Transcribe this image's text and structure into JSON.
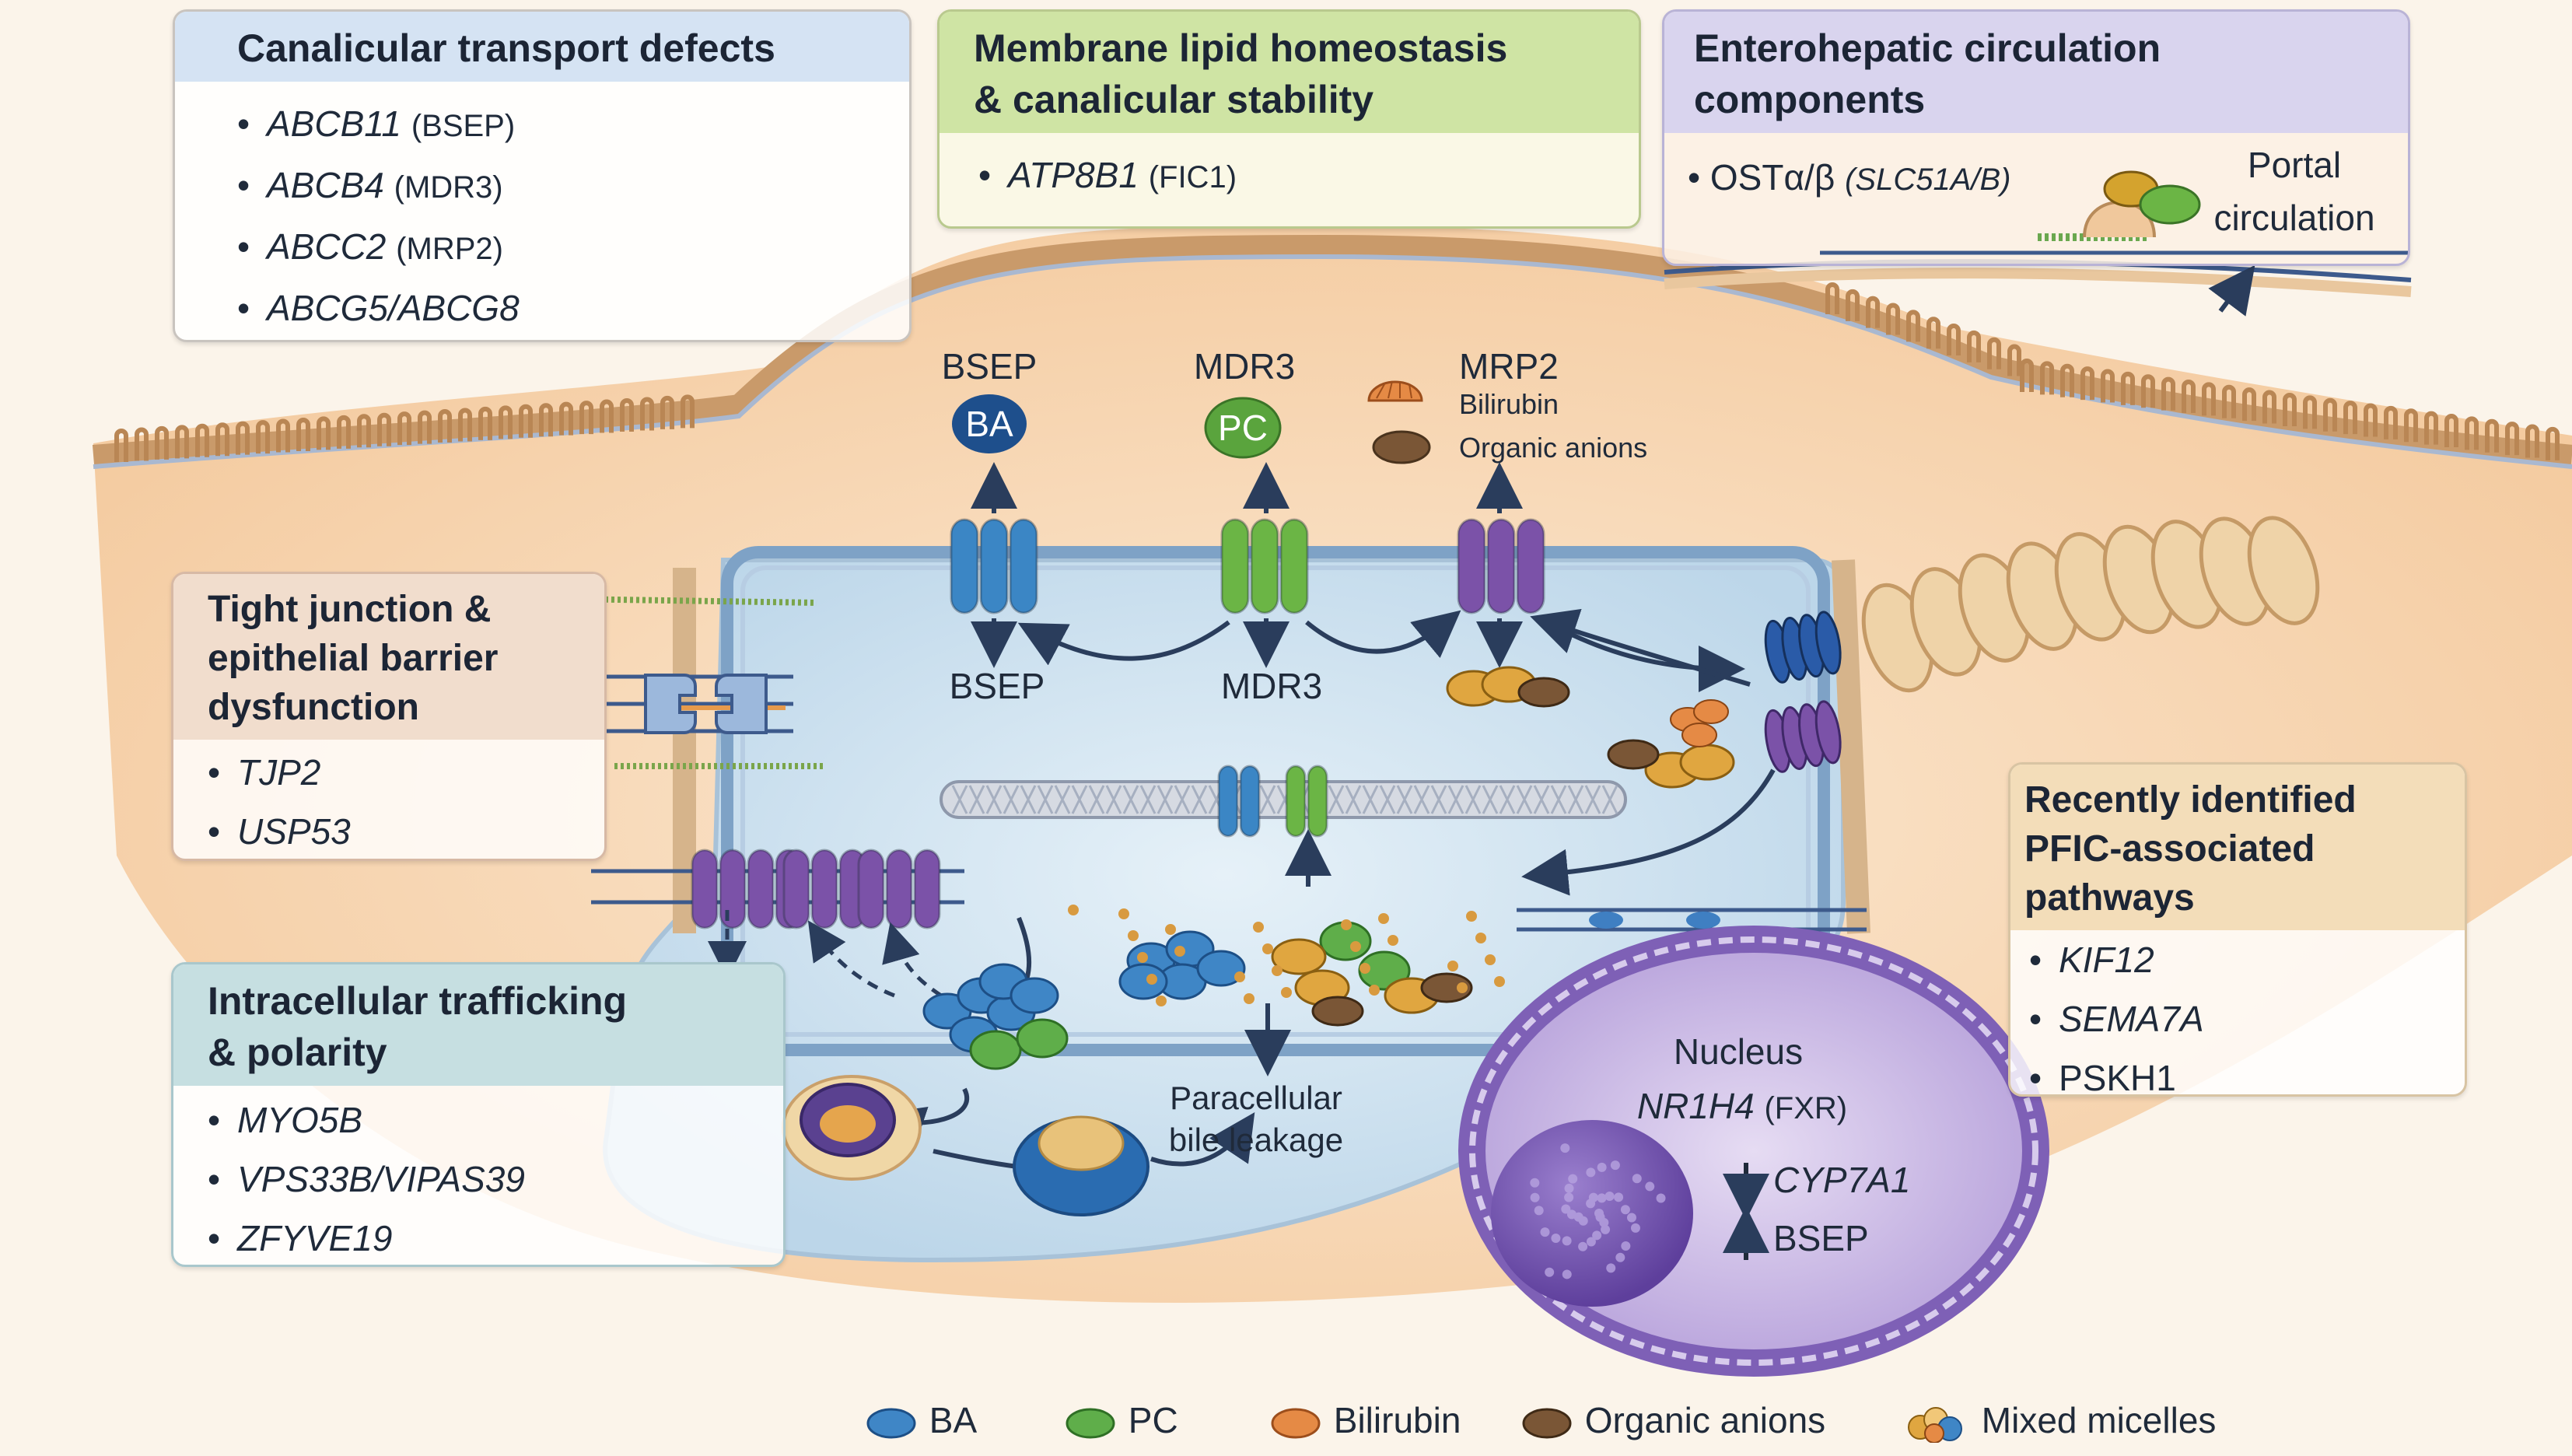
{
  "panels": {
    "canalicular": {
      "title": "Canalicular transport defects",
      "items": [
        {
          "gene": "ABCB11",
          "protein": "(BSEP)"
        },
        {
          "gene": "ABCB4",
          "protein": "(MDR3)"
        },
        {
          "gene": "ABCC2",
          "protein": "(MRP2)"
        },
        {
          "gene": "ABCG5/ABCG8",
          "protein": ""
        }
      ]
    },
    "membrane": {
      "title_line1": "Membrane lipid homeostasis",
      "title_line2": "& canalicular stability",
      "items": [
        {
          "gene": "ATP8B1",
          "protein": "(FIC1)"
        }
      ]
    },
    "enterohepatic": {
      "title_line1": "Enterohepatic circulation",
      "title_line2": "components",
      "item_text": "OSTα/β",
      "item_gene": "(SLC51A/B)",
      "portal_line1": "Portal",
      "portal_line2": "circulation"
    },
    "tight_junction": {
      "title_line1": "Tight junction &",
      "title_line2": "epithelial barrier",
      "title_line3": "dysfunction",
      "items": [
        {
          "gene": "TJP2"
        },
        {
          "gene": "USP53"
        }
      ]
    },
    "trafficking": {
      "title_line1": "Intracellular trafficking",
      "title_line2": "& polarity",
      "items": [
        {
          "gene": "MYO5B"
        },
        {
          "gene": "VPS33B/VIPAS39"
        },
        {
          "gene": "ZFYVE19"
        }
      ]
    },
    "recent": {
      "title_line1": "Recently identified",
      "title_line2": "PFIC-associated",
      "title_line3": "pathways",
      "items": [
        {
          "gene": "KIF12",
          "italic": true
        },
        {
          "gene": "SEMA7A",
          "italic": true
        },
        {
          "gene": "PSKH1",
          "italic": false
        }
      ]
    }
  },
  "labels": {
    "bsep_top": "BSEP",
    "ba_badge": "BA",
    "bsep_bottom": "BSEP",
    "mdr3_top": "MDR3",
    "pc_badge": "PC",
    "mdr3_bottom": "MDR3",
    "mrp2_top": "MRP2",
    "bilirubin": "Bilirubin",
    "organic_anions": "Organic anions",
    "paracellular_line1": "Paracellular",
    "paracellular_line2": "bile leakage",
    "nucleus": "Nucleus",
    "nr1h4": "NR1H4",
    "fxr": "(FXR)",
    "cyp7a1": "CYP7A1",
    "bsep_nucleus": "BSEP"
  },
  "legend": [
    {
      "label": "BA",
      "color": "#3f86c6"
    },
    {
      "label": "PC",
      "color": "#5fae4a"
    },
    {
      "label": "Bilirubin",
      "color": "#e58a45"
    },
    {
      "label": "Organic anions",
      "color": "#7a5636"
    },
    {
      "label": "Mixed micelles",
      "color": "#e0a640"
    }
  ],
  "colors": {
    "bsep": "#3b86c5",
    "mdr3": "#6bb545",
    "mrp2": "#7b52a8",
    "cell": "#cfe3f0",
    "tissue": "#f3d2ac",
    "nucleus": "#c7b5e3",
    "canaliculus": "#f0c89c"
  }
}
